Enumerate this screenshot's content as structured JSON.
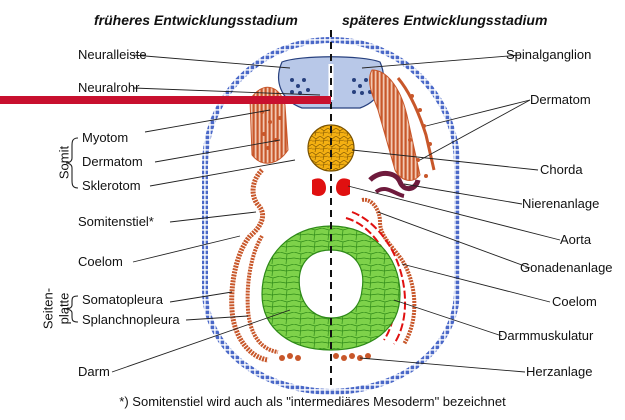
{
  "headers": {
    "left": "früheres Entwicklungsstadium",
    "right": "späteres Entwicklungsstadium"
  },
  "left_labels": {
    "neuralleiste": "Neuralleiste",
    "neuralrohr": "Neuralrohr",
    "myotom": "Myotom",
    "dermatom": "Dermatom",
    "sklerotom": "Sklerotom",
    "somitenstiel": "Somitenstiel*",
    "coelom": "Coelom",
    "somatopleura": "Somatopleura",
    "splanchnopleura": "Splanchnopleura",
    "darm": "Darm"
  },
  "groups": {
    "somit": "Somit",
    "seitenplatte_line1": "Seiten-",
    "seitenplatte_line2": "platte"
  },
  "right_labels": {
    "spinalganglion": "Spinalganglion",
    "dermatom": "Dermatom",
    "chorda": "Chorda",
    "nierenanlage": "Nierenanlage",
    "aorta": "Aorta",
    "gonadenanlage": "Gonadenanlage",
    "coelom": "Coelom",
    "darmmuskulatur": "Darmmuskulatur",
    "herzanlage": "Herzanlage"
  },
  "footnote": "*) Somitenstiel wird auch als \"intermediäres Mesoderm\" bezeichnet",
  "colors": {
    "ectoderm": "#4a68c8",
    "neural": "#b8c8e8",
    "neural_dark": "#27407e",
    "mesoderm": "#c8572a",
    "mesoderm_light": "#f2c9b3",
    "chorda": "#f4b012",
    "aorta": "#e01010",
    "endoderm": "#7ed24a",
    "endoderm_line": "#2e8a18",
    "kidney": "#6e1a3c",
    "pointer_bar": "#c8102e"
  }
}
